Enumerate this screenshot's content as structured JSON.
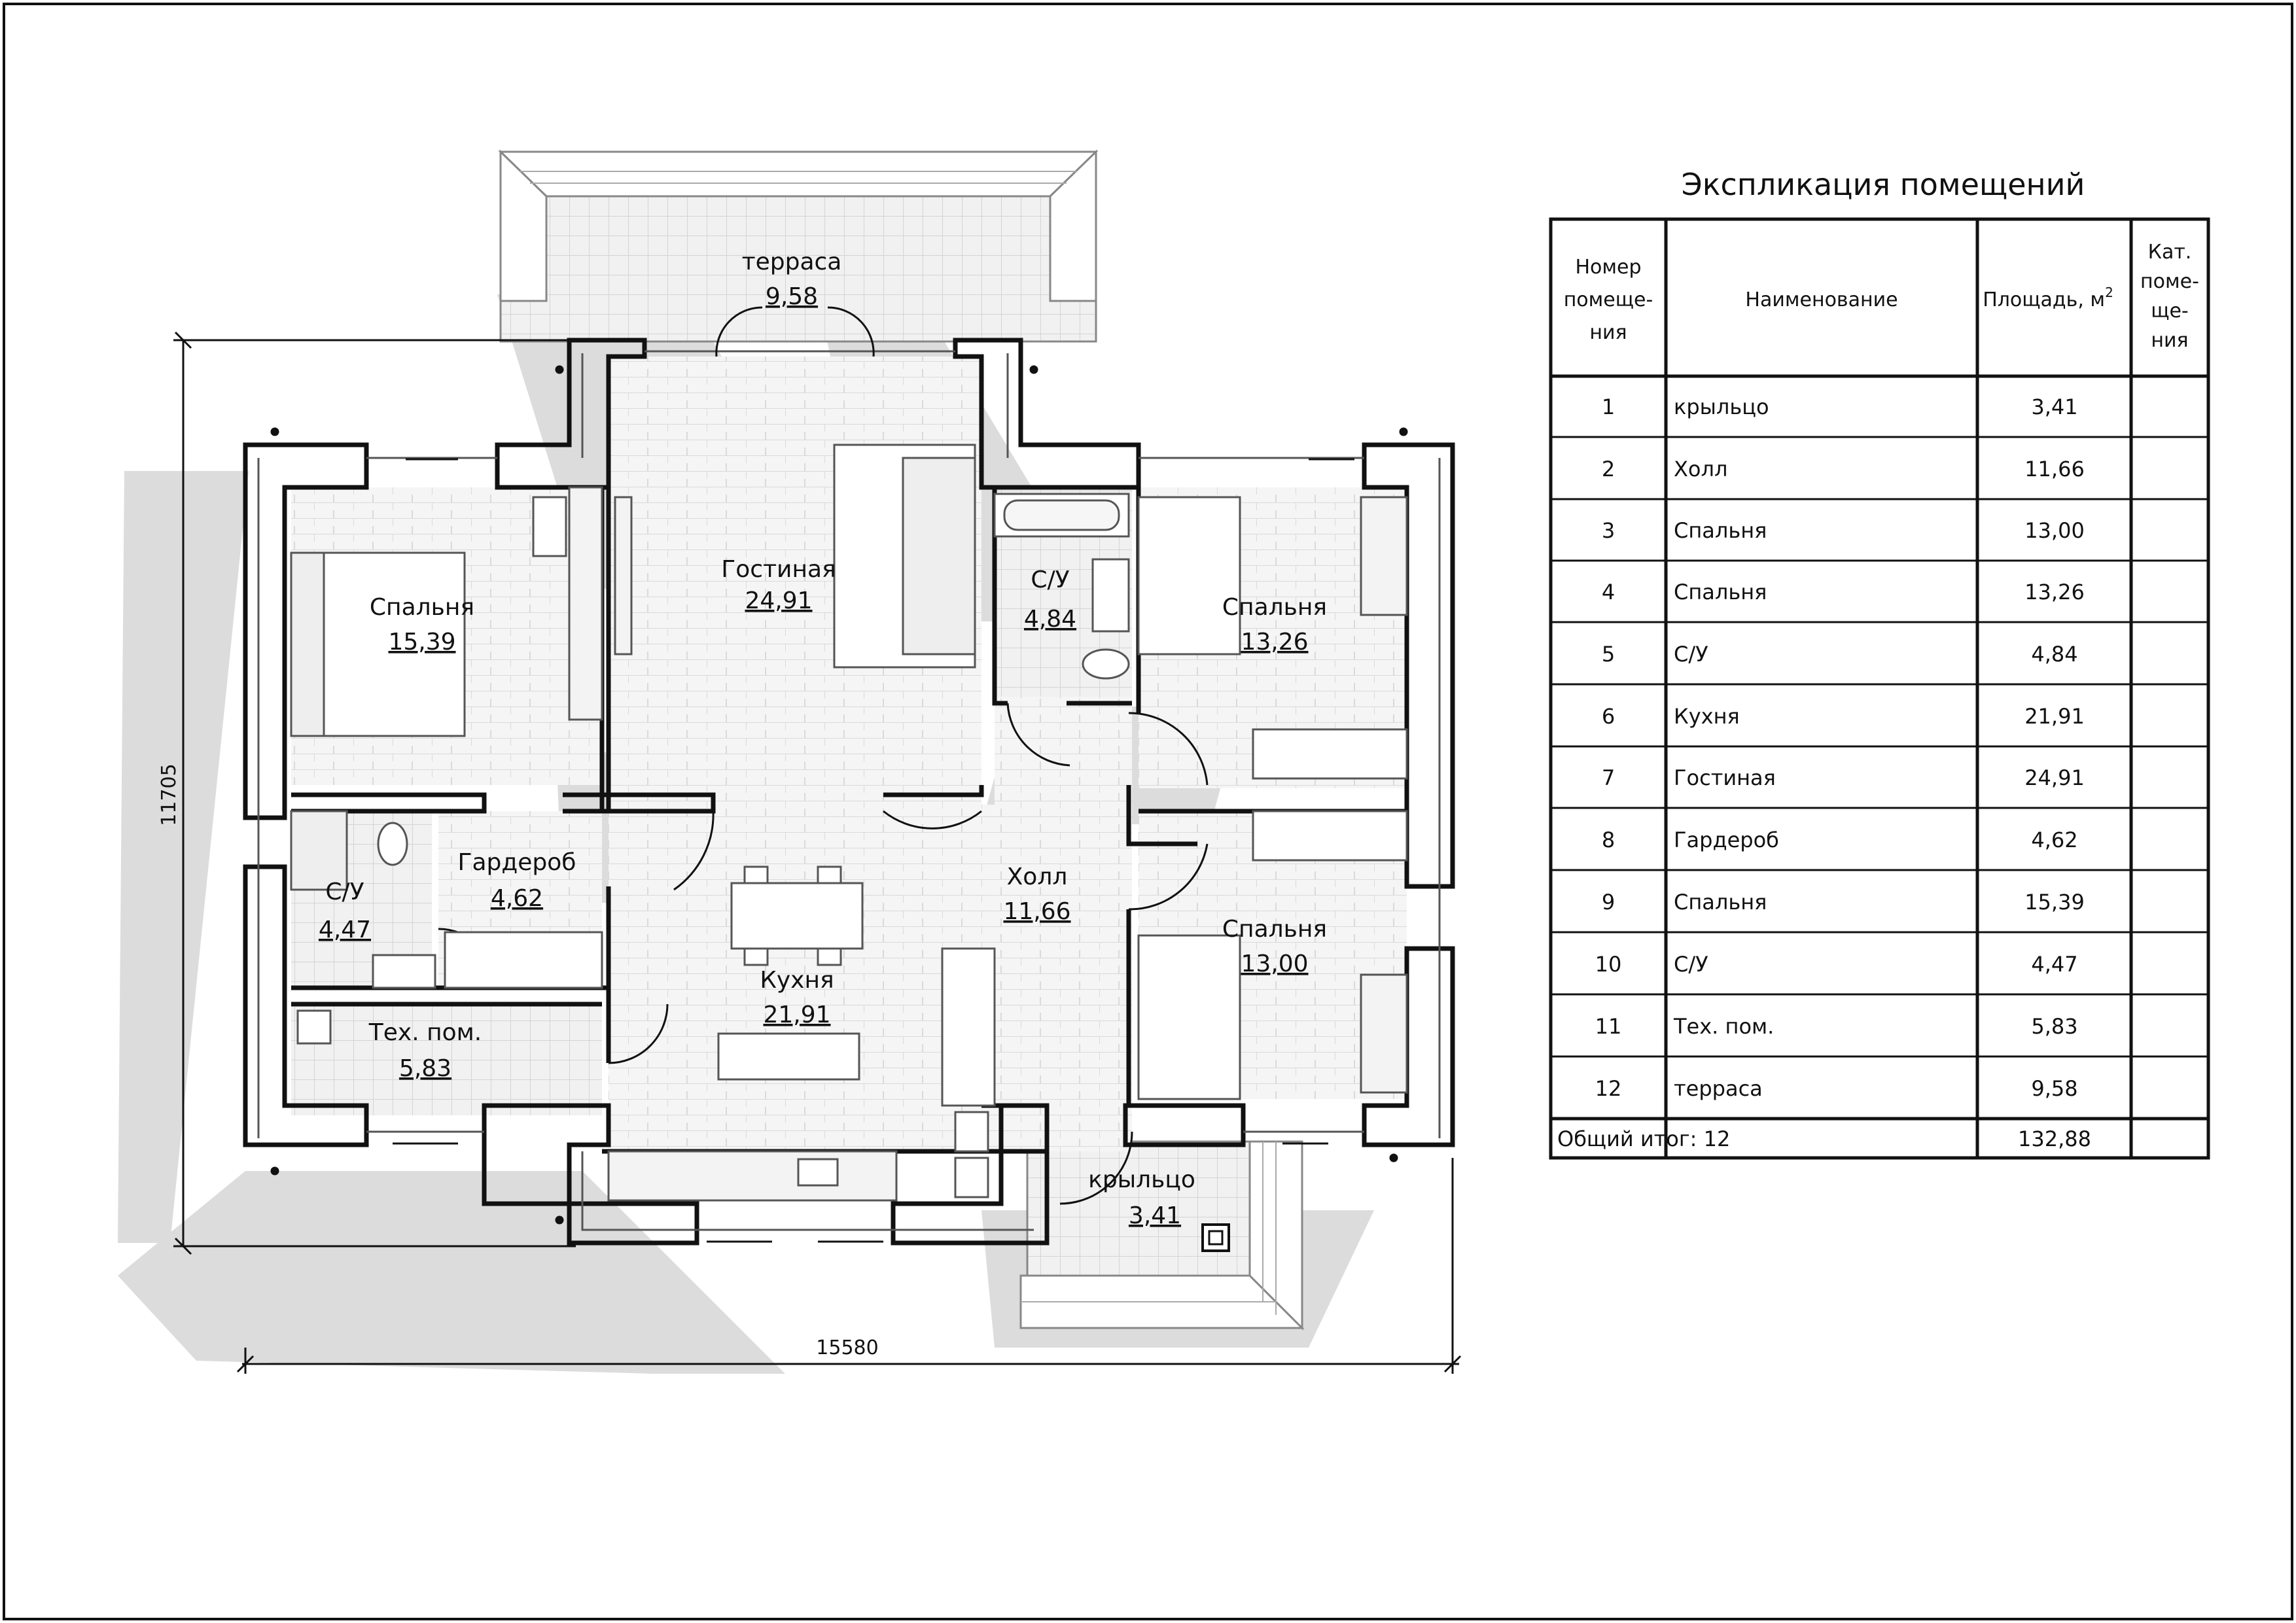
{
  "plan": {
    "rooms": [
      {
        "id": "porch",
        "name": "крыльцо",
        "area": "3,41"
      },
      {
        "id": "hall",
        "name": "Холл",
        "area": "11,66"
      },
      {
        "id": "bedroom-se",
        "name": "Спальня",
        "area": "13,00"
      },
      {
        "id": "bedroom-ne",
        "name": "Спальня",
        "area": "13,26"
      },
      {
        "id": "bath-n",
        "name": "С/У",
        "area": "4,84"
      },
      {
        "id": "kitchen",
        "name": "Кухня",
        "area": "21,91"
      },
      {
        "id": "living",
        "name": "Гостиная",
        "area": "24,91"
      },
      {
        "id": "wardrobe",
        "name": "Гардероб",
        "area": "4,62"
      },
      {
        "id": "bedroom-w",
        "name": "Спальня",
        "area": "15,39"
      },
      {
        "id": "bath-w",
        "name": "С/У",
        "area": "4,47"
      },
      {
        "id": "tech",
        "name": "Тех. пом.",
        "area": "5,83"
      },
      {
        "id": "terrace",
        "name": "терраса",
        "area": "9,58"
      }
    ],
    "dimensions": {
      "width": "15580",
      "height": "11705"
    }
  },
  "explication": {
    "title": "Экспликация помещений",
    "headers": {
      "number": [
        "Номер",
        "помеще-",
        "ния"
      ],
      "name": "Наименование",
      "area": "Площадь, м",
      "area_sup": "2",
      "category": [
        "Кат.",
        "поме-",
        "ще-",
        "ния"
      ]
    },
    "rows": [
      {
        "num": "1",
        "name": "крыльцо",
        "area": "3,41"
      },
      {
        "num": "2",
        "name": "Холл",
        "area": "11,66"
      },
      {
        "num": "3",
        "name": "Спальня",
        "area": "13,00"
      },
      {
        "num": "4",
        "name": "Спальня",
        "area": "13,26"
      },
      {
        "num": "5",
        "name": "С/У",
        "area": "4,84"
      },
      {
        "num": "6",
        "name": "Кухня",
        "area": "21,91"
      },
      {
        "num": "7",
        "name": "Гостиная",
        "area": "24,91"
      },
      {
        "num": "8",
        "name": "Гардероб",
        "area": "4,62"
      },
      {
        "num": "9",
        "name": "Спальня",
        "area": "15,39"
      },
      {
        "num": "10",
        "name": "С/У",
        "area": "4,47"
      },
      {
        "num": "11",
        "name": "Тех. пом.",
        "area": "5,83"
      },
      {
        "num": "12",
        "name": "терраса",
        "area": "9,58"
      }
    ],
    "total": {
      "label": "Общий итог: 12",
      "area": "132,88"
    }
  }
}
